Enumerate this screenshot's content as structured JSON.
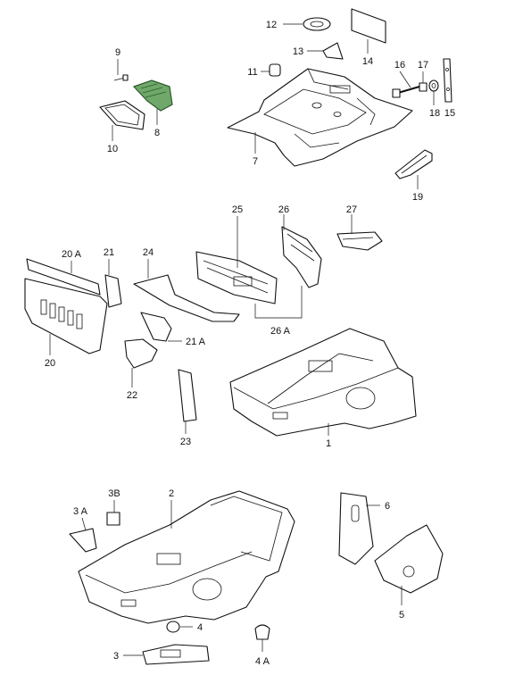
{
  "diagram": {
    "highlight_color": "#6fa86a",
    "selected_part": "8",
    "callouts": [
      {
        "id": "c12",
        "label": "12"
      },
      {
        "id": "c13",
        "label": "13"
      },
      {
        "id": "c14",
        "label": "14"
      },
      {
        "id": "c9",
        "label": "9"
      },
      {
        "id": "c11",
        "label": "11"
      },
      {
        "id": "c16",
        "label": "16"
      },
      {
        "id": "c17",
        "label": "17"
      },
      {
        "id": "c8",
        "label": "8"
      },
      {
        "id": "c10",
        "label": "10"
      },
      {
        "id": "c7",
        "label": "7"
      },
      {
        "id": "c18",
        "label": "18"
      },
      {
        "id": "c15",
        "label": "15"
      },
      {
        "id": "c19",
        "label": "19"
      },
      {
        "id": "c25",
        "label": "25"
      },
      {
        "id": "c26",
        "label": "26"
      },
      {
        "id": "c27",
        "label": "27"
      },
      {
        "id": "c20A",
        "label": "20 A"
      },
      {
        "id": "c21",
        "label": "21"
      },
      {
        "id": "c24",
        "label": "24"
      },
      {
        "id": "c26A",
        "label": "26 A"
      },
      {
        "id": "c21A",
        "label": "21 A"
      },
      {
        "id": "c20",
        "label": "20"
      },
      {
        "id": "c22",
        "label": "22"
      },
      {
        "id": "c1",
        "label": "1"
      },
      {
        "id": "c23",
        "label": "23"
      },
      {
        "id": "c3B",
        "label": "3B"
      },
      {
        "id": "c2",
        "label": "2"
      },
      {
        "id": "c3A",
        "label": "3 A"
      },
      {
        "id": "c6",
        "label": "6"
      },
      {
        "id": "c4",
        "label": "4"
      },
      {
        "id": "c5",
        "label": "5"
      },
      {
        "id": "c3",
        "label": "3"
      },
      {
        "id": "c4A",
        "label": "4 A"
      }
    ]
  }
}
